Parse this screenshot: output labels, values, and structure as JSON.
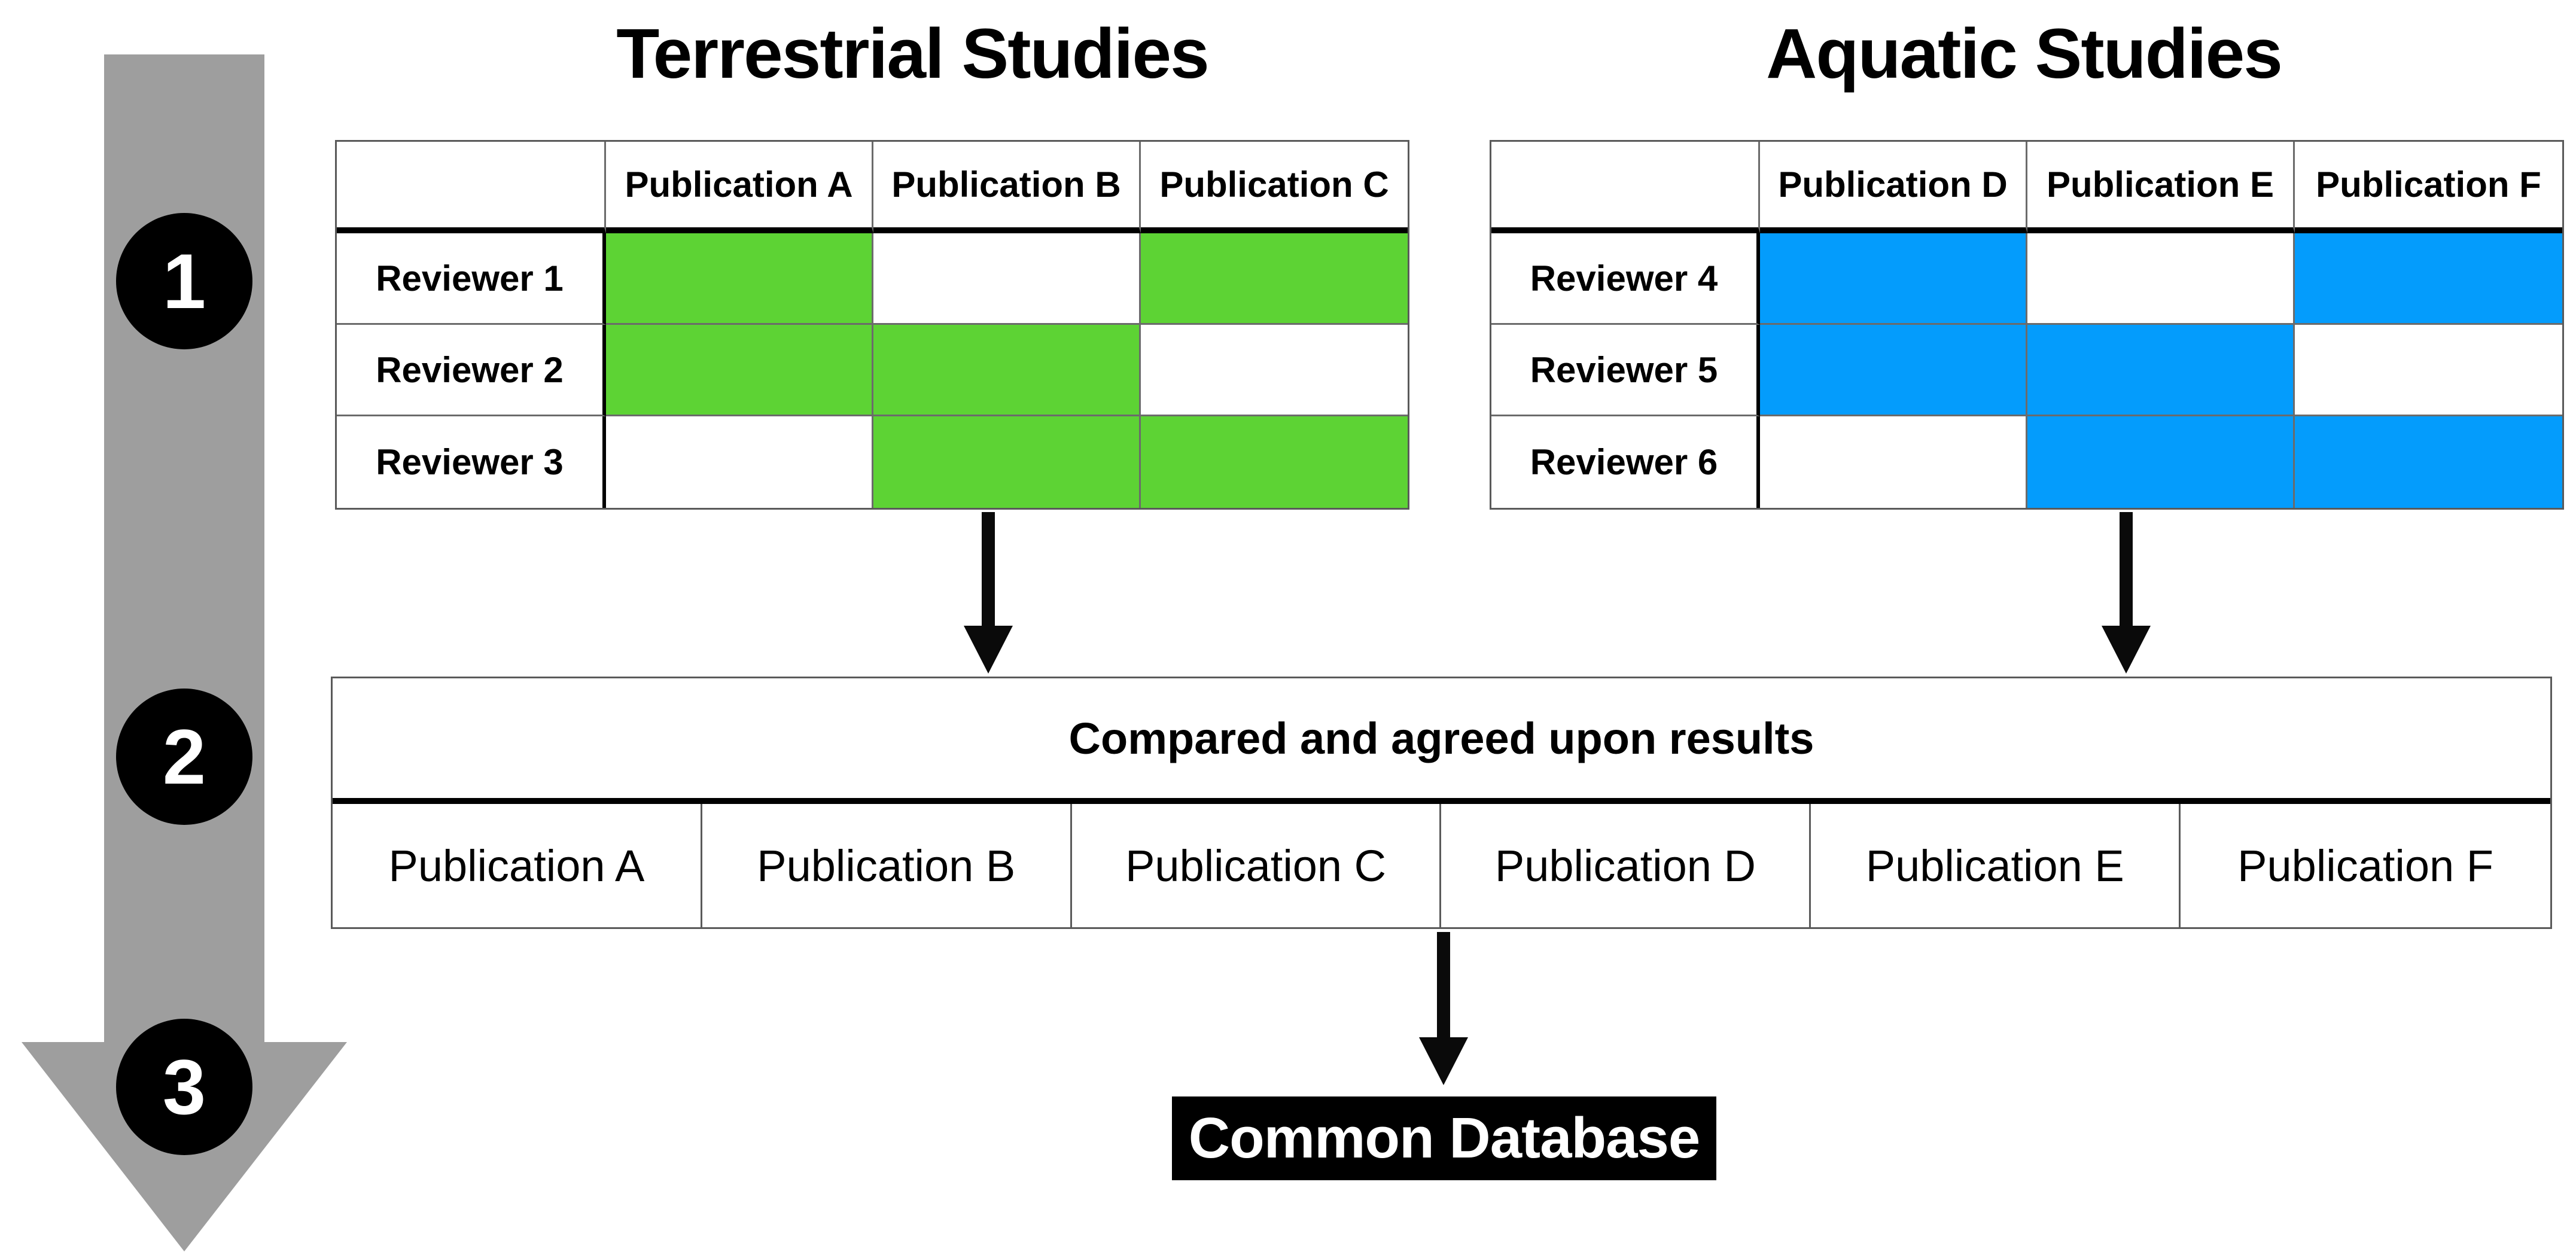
{
  "steps": [
    {
      "number": "1"
    },
    {
      "number": "2"
    },
    {
      "number": "3"
    }
  ],
  "terrestrial": {
    "title": "Terrestrial Studies",
    "col_headers": [
      "Publication A",
      "Publication B",
      "Publication C"
    ],
    "row_labels": [
      "Reviewer 1",
      "Reviewer 2",
      "Reviewer 3"
    ],
    "matrix": [
      [
        1,
        0,
        1
      ],
      [
        1,
        1,
        0
      ],
      [
        0,
        1,
        1
      ]
    ],
    "fill_color": "#5DD334"
  },
  "aquatic": {
    "title": "Aquatic Studies",
    "col_headers": [
      "Publication D",
      "Publication E",
      "Publication F"
    ],
    "row_labels": [
      "Reviewer 4",
      "Reviewer 5",
      "Reviewer 6"
    ],
    "matrix": [
      [
        1,
        0,
        1
      ],
      [
        1,
        1,
        0
      ],
      [
        0,
        1,
        1
      ]
    ],
    "fill_color": "#049CFC"
  },
  "compare_box": {
    "header": "Compared and agreed upon results",
    "publications": [
      "Publication A",
      "Publication B",
      "Publication C",
      "Publication D",
      "Publication E",
      "Publication F"
    ]
  },
  "common_database": {
    "label": "Common Database"
  },
  "colors": {
    "green": "#5DD334",
    "blue": "#049CFC",
    "flow_gray": "#9E9E9E",
    "black": "#000000"
  }
}
